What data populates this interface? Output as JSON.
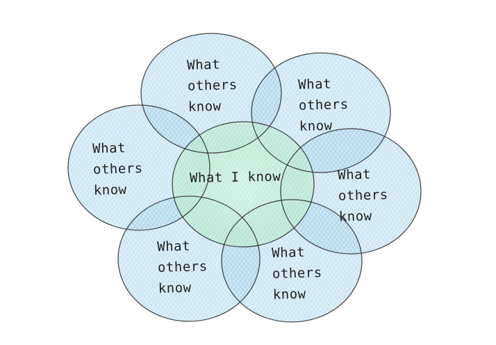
{
  "diagram": {
    "center": {
      "label": "What I know"
    },
    "petals": [
      {
        "label": "What\nothers\nknow"
      },
      {
        "label": "What\nothers\nknow"
      },
      {
        "label": "What\nothers\nknow"
      },
      {
        "label": "What\nothers\nknow"
      },
      {
        "label": "What\nothers\nknow"
      },
      {
        "label": "What\nothers\nknow"
      }
    ],
    "colors": {
      "petal_fill": "#b9dcee",
      "petal_stroke": "#2a2a2a",
      "center_fill": "#c4efd8",
      "overlap_tint": "#7cc4ec"
    }
  }
}
